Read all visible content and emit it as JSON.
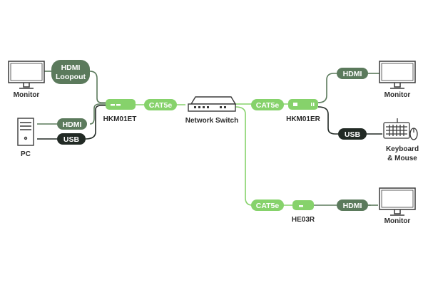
{
  "colors": {
    "green": "#86d26b",
    "darkgreen": "#5b7a5c",
    "black": "#222a25",
    "outline": "#3a3a3a"
  },
  "devices": {
    "monitor_left": "Monitor",
    "pc": "PC",
    "transmitter": "HKM01ET",
    "switch": "Network Switch",
    "receiver": "HKM01ER",
    "monitor_right_top": "Monitor",
    "keyboard_mouse_line1": "Keyboard",
    "keyboard_mouse_line2": "& Mouse",
    "receiver2": "HE03R",
    "monitor_right_bottom": "Monitor"
  },
  "cables": {
    "hdmi_loopout_line1": "HDMI",
    "hdmi_loopout_line2": "Loopout",
    "pc_hdmi": "HDMI",
    "pc_usb": "USB",
    "cat5e_left": "CAT5e",
    "cat5e_right": "CAT5e",
    "cat5e_bottom": "CAT5e",
    "rx_hdmi": "HDMI",
    "rx_usb": "USB",
    "he_hdmi": "HDMI"
  }
}
